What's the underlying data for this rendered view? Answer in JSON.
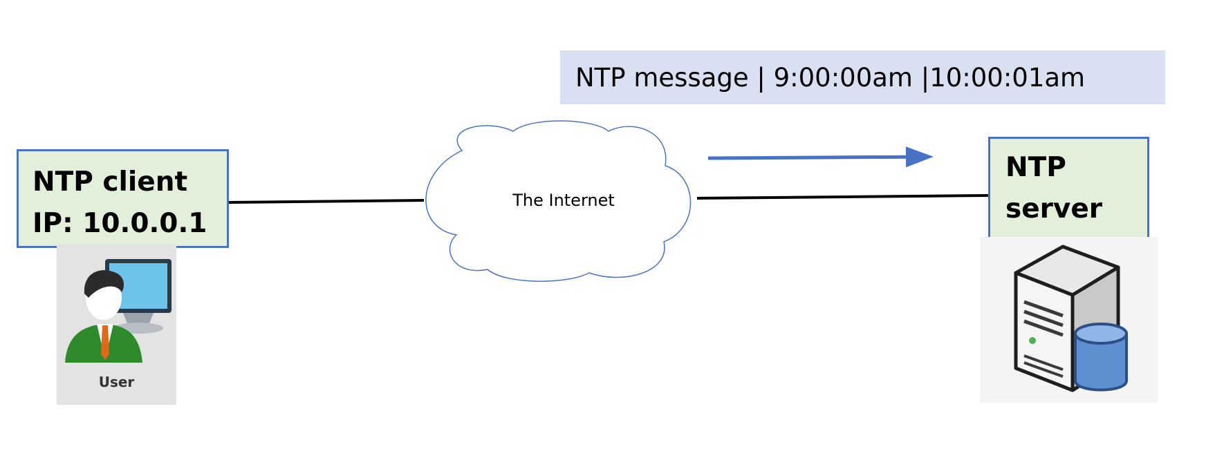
{
  "message": {
    "text": "NTP message  | 9:00:00am |10:00:01am"
  },
  "client": {
    "line1": "NTP client",
    "line2": "IP: 10.0.0.1",
    "user_label": "User"
  },
  "server": {
    "line1": "NTP",
    "line2": "server"
  },
  "network": {
    "label": "The Internet"
  },
  "colors": {
    "message_bg": "#d9e0f1",
    "node_bg": "#e2efda",
    "node_border": "#4a72c4",
    "arrow": "#4a72c4",
    "link": "#000000",
    "cloud_stroke": "#4a72c4"
  }
}
